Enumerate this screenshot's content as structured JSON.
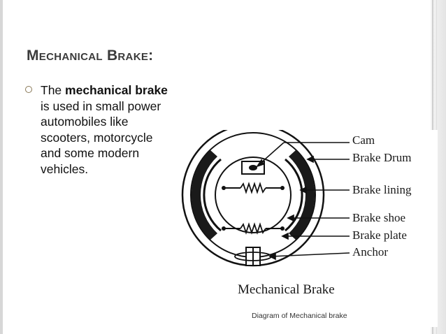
{
  "slide": {
    "title": "Mechanical Brake:",
    "bullet": {
      "lead": "The ",
      "bold": "mechanical brake",
      "lines": [
        "is used in small power",
        "automobiles like",
        "scooters, motorcycle",
        "and some modern",
        "vehicles."
      ]
    }
  },
  "diagram": {
    "labels": {
      "cam": "Cam",
      "brake_drum": "Brake Drum",
      "brake_lining": "Brake lining",
      "brake_shoe": "Brake shoe",
      "brake_plate": "Brake plate",
      "anchor": "Anchor"
    },
    "caption": "Mechanical Brake",
    "subcaption": "Diagram of Mechanical brake"
  }
}
